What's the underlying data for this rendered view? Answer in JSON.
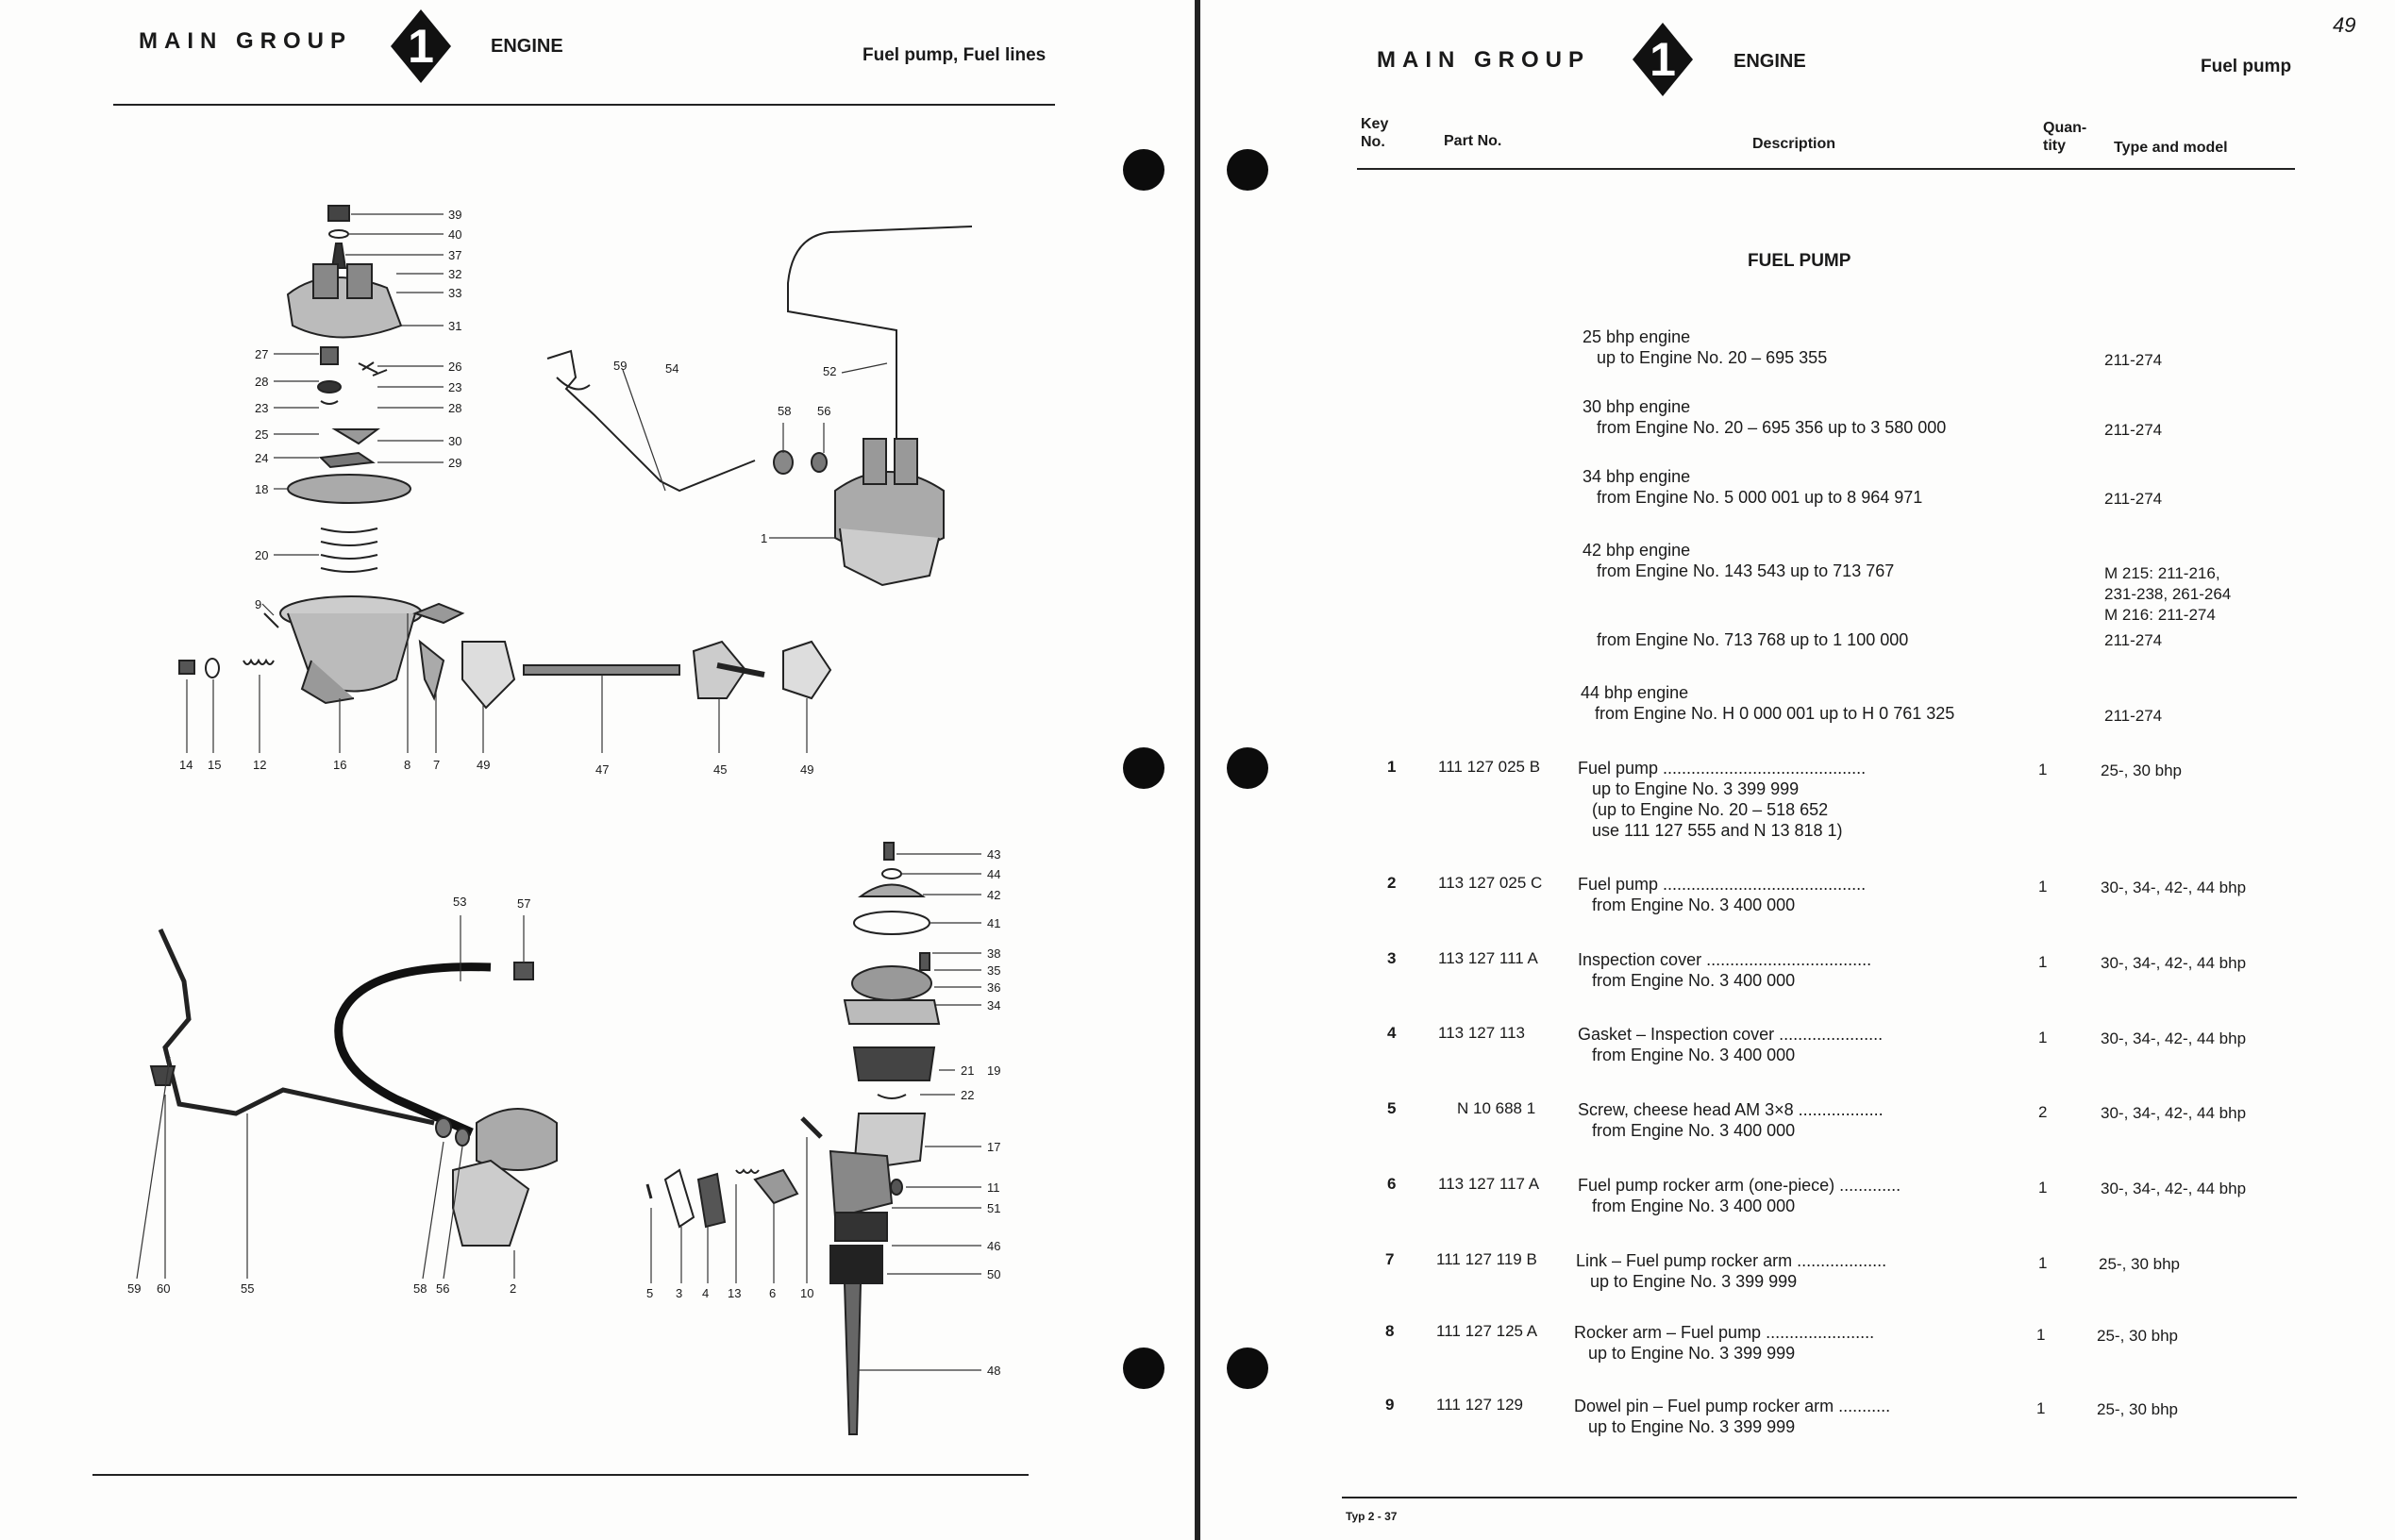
{
  "left": {
    "main_group": "MAIN GROUP",
    "group_number": "1",
    "engine": "ENGINE",
    "section": "Fuel pump, Fuel lines"
  },
  "right": {
    "main_group": "MAIN GROUP",
    "group_number": "1",
    "engine": "ENGINE",
    "section": "Fuel pump",
    "page_mark": "49",
    "headers": {
      "key_no": "Key\nNo.",
      "part_no": "Part No.",
      "description": "Description",
      "quantity": "Quan-\ntity",
      "type_model": "Type and model"
    },
    "title": "FUEL PUMP",
    "engine_ranges": [
      {
        "text": "25 bhp engine\n   up to Engine No. 20 – 695 355",
        "type": "211-274"
      },
      {
        "text": "30 bhp engine\n   from Engine No. 20 – 695 356 up to 3 580 000",
        "type": "211-274"
      },
      {
        "text": "34 bhp engine\n   from Engine No. 5 000 001 up to 8 964 971",
        "type": "211-274"
      },
      {
        "text": "42 bhp engine\n   from Engine No. 143 543 up to 713 767",
        "type": "M 215: 211-216,\n231-238, 261-264\nM 216: 211-274"
      },
      {
        "text": "   from Engine No. 713 768 up to 1 100 000",
        "type": "211-274"
      },
      {
        "text": "44 bhp engine\n   from Engine No. H 0 000 001 up to H 0 761 325",
        "type": "211-274"
      }
    ],
    "parts": [
      {
        "key": "1",
        "part_no": "111 127 025 B",
        "desc": "Fuel pump ...........................................\n   up to Engine No. 3 399 999\n   (up to Engine No. 20 – 518 652\n   use 111 127 555 and N 13 818 1)",
        "qty": "1",
        "type": "25-, 30 bhp"
      },
      {
        "key": "2",
        "part_no": "113 127 025 C",
        "desc": "Fuel pump ...........................................\n   from Engine No. 3 400 000",
        "qty": "1",
        "type": "30-, 34-, 42-, 44 bhp"
      },
      {
        "key": "3",
        "part_no": "113 127 111 A",
        "desc": "Inspection cover ...................................\n   from Engine No. 3 400 000",
        "qty": "1",
        "type": "30-, 34-, 42-, 44 bhp"
      },
      {
        "key": "4",
        "part_no": "113 127 113",
        "desc": "Gasket – Inspection cover ......................\n   from Engine No. 3 400 000",
        "qty": "1",
        "type": "30-, 34-, 42-, 44 bhp"
      },
      {
        "key": "5",
        "part_no": "N 10 688 1",
        "desc": "Screw, cheese head AM 3×8 ..................\n   from Engine No. 3 400 000",
        "qty": "2",
        "type": "30-, 34-, 42-, 44 bhp"
      },
      {
        "key": "6",
        "part_no": "113 127 117 A",
        "desc": "Fuel pump rocker arm (one-piece) .............\n   from Engine No. 3 400 000",
        "qty": "1",
        "type": "30-, 34-, 42-, 44 bhp"
      },
      {
        "key": "7",
        "part_no": "111 127 119 B",
        "desc": "Link – Fuel pump rocker arm ...................\n   up to Engine No. 3 399 999",
        "qty": "1",
        "type": "25-, 30 bhp"
      },
      {
        "key": "8",
        "part_no": "111 127 125 A",
        "desc": "Rocker arm – Fuel pump .......................\n   up to Engine No. 3 399 999",
        "qty": "1",
        "type": "25-, 30 bhp"
      },
      {
        "key": "9",
        "part_no": "111 127 129",
        "desc": "Dowel pin – Fuel pump rocker arm ...........\n   up to Engine No. 3 399 999",
        "qty": "1",
        "type": "25-, 30 bhp"
      }
    ],
    "footer": "Typ 2 - 37"
  },
  "diagram_labels": {
    "d1_right": [
      "39",
      "40",
      "37",
      "32",
      "33",
      "31",
      "26",
      "23",
      "28",
      "30",
      "29"
    ],
    "d1_left": [
      "27",
      "28",
      "23",
      "25",
      "24",
      "18",
      "20",
      "9"
    ],
    "d1_bottom": [
      "14",
      "15",
      "12",
      "16",
      "8",
      "7",
      "49",
      "47",
      "45",
      "49"
    ],
    "d2": [
      "59",
      "54",
      "52",
      "58",
      "56",
      "1"
    ],
    "d3": [
      "53",
      "57",
      "59",
      "60",
      "55",
      "58",
      "56",
      "2"
    ],
    "d4_right": [
      "43",
      "44",
      "42",
      "41",
      "38",
      "35",
      "36",
      "34",
      "21",
      "19",
      "22",
      "17",
      "11",
      "51",
      "46",
      "50",
      "48"
    ],
    "d4_bottom": [
      "5",
      "3",
      "4",
      "13",
      "6",
      "10"
    ]
  }
}
